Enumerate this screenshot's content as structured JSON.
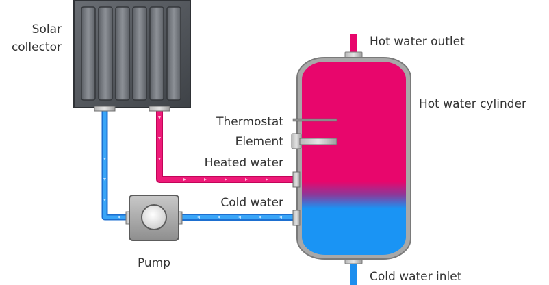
{
  "labels": {
    "solar_collector_line1": "Solar",
    "solar_collector_line2": "collector",
    "hot_water_outlet": "Hot water outlet",
    "hot_water_cylinder": "Hot water cylinder",
    "thermostat": "Thermostat",
    "element": "Element",
    "heated_water": "Heated water",
    "cold_water": "Cold water",
    "pump": "Pump",
    "cold_water_inlet": "Cold water inlet"
  },
  "colors": {
    "hot": "#e8066c",
    "cold": "#1d8eee",
    "collector": "#555a60",
    "metal": "#9a9a9a"
  }
}
